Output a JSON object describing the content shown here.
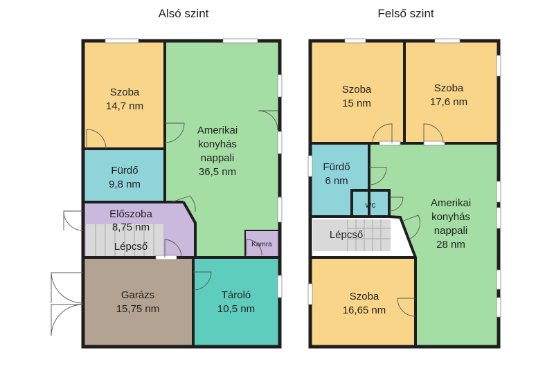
{
  "floors": {
    "lower": {
      "title": "Alsó szint",
      "rooms": {
        "szoba": {
          "name": "Szoba",
          "area": "14,7 nm"
        },
        "nappali": {
          "name_1": "Amerikai",
          "name_2": "konyhás",
          "name_3": "nappali",
          "area": "36,5 nm"
        },
        "furdo": {
          "name": "Fürdő",
          "area": "9,8 nm"
        },
        "eloszoba": {
          "name": "Előszoba",
          "area": "8,75 nm"
        },
        "lepcso": {
          "name": "Lépcső"
        },
        "kamra": {
          "name": "Kamra"
        },
        "garazs": {
          "name": "Garázs",
          "area": "15,75 nm"
        },
        "tarolo": {
          "name": "Tároló",
          "area": "10,5 nm"
        }
      }
    },
    "upper": {
      "title": "Felső szint",
      "rooms": {
        "szoba1": {
          "name": "Szoba",
          "area": "15 nm"
        },
        "szoba2": {
          "name": "Szoba",
          "area": "17,6 nm"
        },
        "furdo": {
          "name": "Fürdő",
          "area": "6 nm"
        },
        "wc": {
          "name": "wc"
        },
        "nappali": {
          "name_1": "Amerikai",
          "name_2": "konyhás",
          "name_3": "nappali",
          "area": "28 nm"
        },
        "lepcso": {
          "name": "Lépcső"
        },
        "szoba3": {
          "name": "Szoba",
          "area": "16,65 nm"
        }
      }
    }
  },
  "colors": {
    "bedroom": "#f9d58a",
    "living": "#a5dea4",
    "bathroom": "#8fd4d9",
    "hall": "#cbb8dd",
    "stairs": "#d9d9d9",
    "garage": "#b2a392",
    "storage": "#5ecdbe",
    "wall": "#1e1e1e"
  }
}
